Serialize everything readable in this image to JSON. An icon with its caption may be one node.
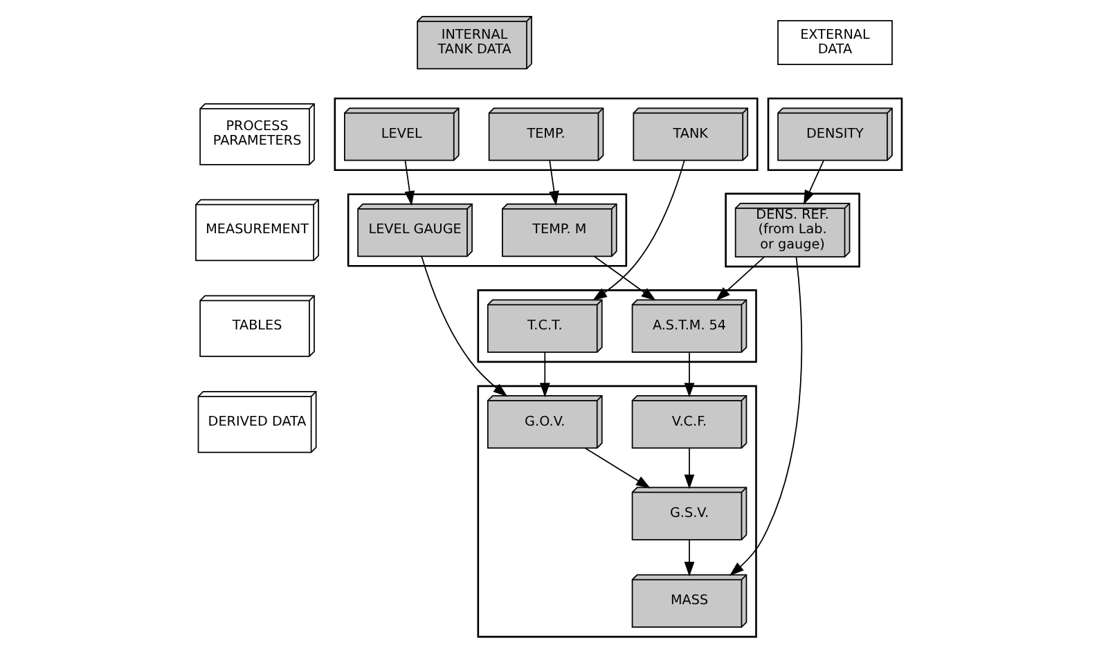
{
  "diagram": {
    "nodes": [
      {
        "text": [
          "INTERNAL TANK DATA"
        ]
      },
      {
        "text": [
          "EXTERNAL DATA"
        ]
      },
      {
        "text": [
          "PROCESS PARAMETERS"
        ]
      },
      {
        "text": [],
        "shape": "box"
      },
      {
        "text": [
          "TANK"
        ],
        "in": 3
      },
      {
        "text": [
          "LEVEL"
        ],
        "in": 3
      },
      {
        "text": [
          "TEMP."
        ],
        "in": 3
      },
      {
        "text": [],
        "shape": "box"
      },
      {
        "text": [
          "DENSITY"
        ],
        "in": 7
      },
      {
        "text": [
          "MEASUREMENT"
        ]
      },
      {
        "text": [],
        "shape": "box"
      },
      {
        "text": [
          "LEVEL GAUGE"
        ],
        "in": 10
      },
      {
        "text": [
          "TEMP. M"
        ],
        "in": 10
      },
      {
        "text": [],
        "shape": "box"
      },
      {
        "text": [
          "DENS. REF.",
          "(from Lab. or gauge)"
        ],
        "in": 13
      },
      {
        "text": [
          "TABLES"
        ]
      },
      {
        "text": [],
        "shape": "box"
      },
      {
        "text": [
          "T.C.T."
        ],
        "in": 16
      },
      {
        "text": [
          "A.S.T.M. 54"
        ],
        "in": 16
      },
      {
        "text": [
          "DERIVED DATA"
        ]
      },
      {
        "text": [],
        "shape": "box"
      },
      {
        "text": [
          "G.O.V."
        ],
        "in": 20
      },
      {
        "text": [
          "V.C.F."
        ],
        "in": 20
      },
      {
        "text": [
          "G.S.V."
        ],
        "in": 20
      },
      {
        "text": [
          "MASS"
        ],
        "in": 20
      }
    ],
    "edges": [
      {
        "from": 4,
        "to": 17,
        "arrow": "to"
      },
      {
        "from": 17,
        "to": 21,
        "arrow": "to"
      },
      {
        "from": 5,
        "to": 11,
        "arrow": "to"
      },
      {
        "from": 11,
        "to": 21,
        "arrow": "to"
      },
      {
        "from": 6,
        "to": 12,
        "arrow": "to"
      },
      {
        "from": 12,
        "to": 18,
        "arrow": "to"
      },
      {
        "from": 18,
        "to": 22,
        "arrow": "to"
      },
      {
        "from": 8,
        "to": 14,
        "arrow": "to"
      },
      {
        "from": 14,
        "to": 18,
        "arrow": "to"
      },
      {
        "from": 14,
        "to": 24,
        "arrow": "to"
      },
      {
        "from": 21,
        "to": 23,
        "arrow": "to"
      },
      {
        "from": 22,
        "to": 23,
        "arrow": "to"
      },
      {
        "from": 23,
        "to": 24,
        "arrow": "to"
      }
    ]
  }
}
